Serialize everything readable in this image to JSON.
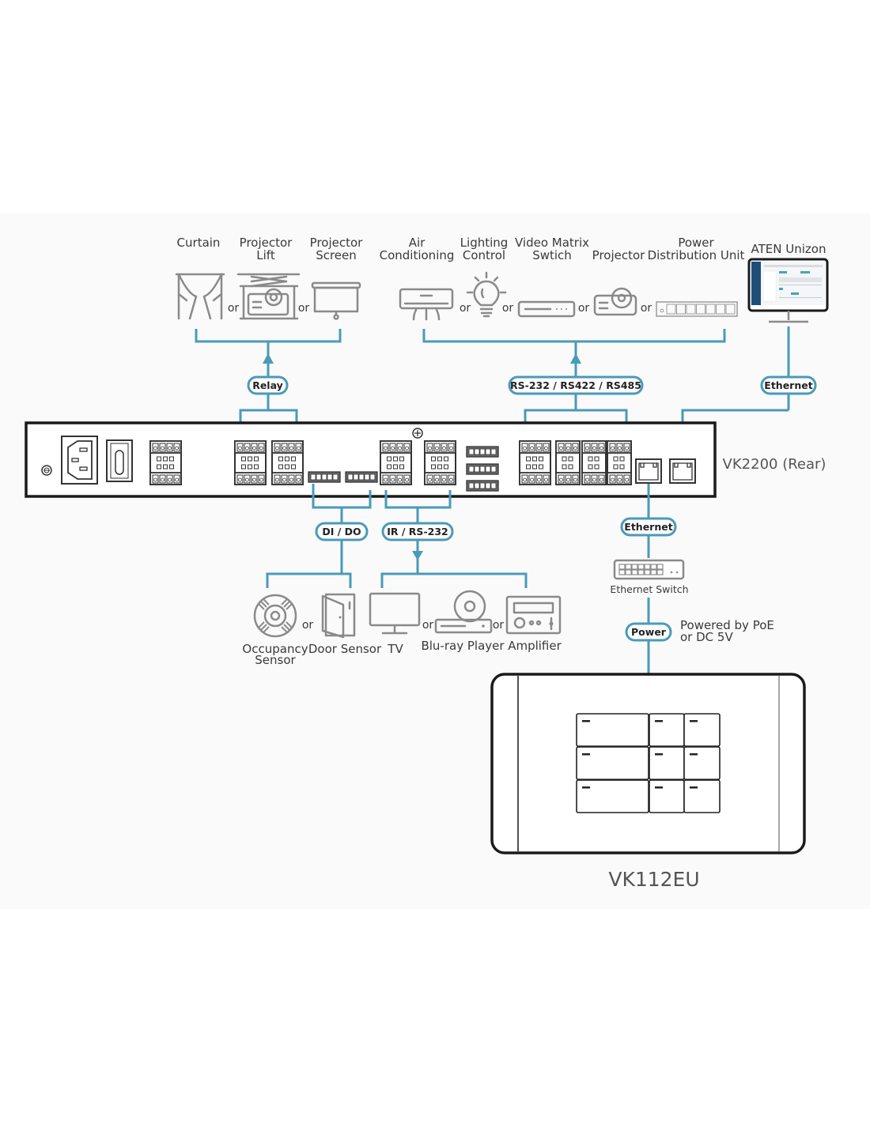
{
  "colors": {
    "wire": "#4a9ab8",
    "icon": "#8a8a8a",
    "device_outline": "#1a1a1a",
    "panel_background": "#fafafa"
  },
  "top_devices": {
    "relay_group": [
      {
        "label_lines": [
          "Curtain"
        ],
        "icon": "curtain-icon"
      },
      {
        "label_lines": [
          "Projector",
          "Lift"
        ],
        "icon": "projector-lift-icon"
      },
      {
        "label_lines": [
          "Projector",
          "Screen"
        ],
        "icon": "projector-screen-icon"
      }
    ],
    "serial_group": [
      {
        "label_lines": [
          "Air",
          "Conditioning"
        ],
        "icon": "air-conditioner-icon"
      },
      {
        "label_lines": [
          "Lighting",
          "Control"
        ],
        "icon": "light-bulb-icon"
      },
      {
        "label_lines": [
          "Video Matrix",
          "Swtich"
        ],
        "icon": "video-matrix-switch-icon"
      },
      {
        "label_lines": [
          "Projector"
        ],
        "icon": "projector-icon"
      },
      {
        "label_lines": [
          "Power",
          "Distribution Unit"
        ],
        "icon": "pdu-icon"
      }
    ],
    "unizon": {
      "label": "ATEN Unizon",
      "icon": "monitor-icon"
    }
  },
  "or_label": "or",
  "connections": {
    "relay": "Relay",
    "serial": "RS-232 / RS422 / RS485",
    "ethernet_top": "Ethernet",
    "dido": "DI / DO",
    "ir_rs232": "IR / RS-232",
    "ethernet_bottom": "Ethernet",
    "power": "Power"
  },
  "main_device": {
    "label": "VK2200 (Rear)"
  },
  "bottom_devices": {
    "dido_group": [
      {
        "label_lines": [
          "Occupancy",
          "Sensor"
        ],
        "icon": "occupancy-sensor-icon"
      },
      {
        "label_lines": [
          "Door Sensor"
        ],
        "icon": "door-sensor-icon"
      }
    ],
    "ir_group": [
      {
        "label_lines": [
          "TV"
        ],
        "icon": "tv-icon"
      },
      {
        "label_lines": [
          "Blu-ray Player"
        ],
        "icon": "bluray-player-icon"
      },
      {
        "label_lines": [
          "Amplifier"
        ],
        "icon": "amplifier-icon"
      }
    ]
  },
  "ethernet_switch": {
    "label": "Ethernet Switch",
    "icon": "ethernet-switch-icon"
  },
  "power_note": [
    "Powered by PoE",
    "or DC 5V"
  ],
  "keypad": {
    "label": "VK112EU",
    "rows": 3,
    "cols": 3
  }
}
